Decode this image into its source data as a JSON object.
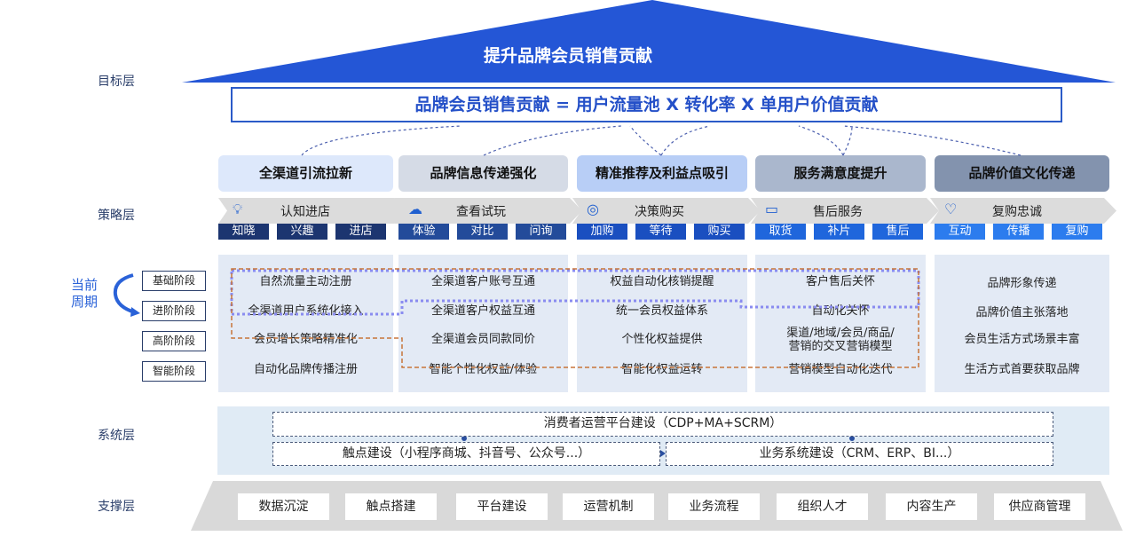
{
  "title": "提升品牌会员销售贡献",
  "formula": "品牌会员销售贡献 = 用户流量池 X 转化率 X 单用户价值贡献",
  "layers": {
    "goal": "目标层",
    "strategy": "策略层",
    "cycle": "当前周期",
    "system": "系统层",
    "support": "支撑层"
  },
  "strategies": [
    "全渠道引流拉新",
    "品牌信息传递强化",
    "精准推荐及利益点吸引",
    "服务满意度提升",
    "品牌价值文化传递"
  ],
  "journey": [
    {
      "label": "认知进店",
      "icon": "lightbulb-icon",
      "tags": [
        "知晓",
        "兴趣",
        "进店"
      ]
    },
    {
      "label": "查看试玩",
      "icon": "chat-cloud-icon",
      "tags": [
        "体验",
        "对比",
        "问询"
      ]
    },
    {
      "label": "决策购买",
      "icon": "coins-icon",
      "tags": [
        "加购",
        "等待",
        "购买"
      ]
    },
    {
      "label": "售后服务",
      "icon": "message-icon",
      "tags": [
        "取货",
        "补片",
        "售后"
      ]
    },
    {
      "label": "复购忠诚",
      "icon": "heart-hand-icon",
      "tags": [
        "互动",
        "传播",
        "复购"
      ]
    }
  ],
  "stages": [
    "基础阶段",
    "进阶阶段",
    "高阶阶段",
    "智能阶段"
  ],
  "matrix": [
    [
      "自然流量主动注册",
      "全渠道用户系统化接入",
      "会员增长策略精准化",
      "自动化品牌传播注册"
    ],
    [
      "全渠道客户账号互通",
      "全渠道客户权益互通",
      "全渠道会员同款同价",
      "智能个性化权益/体验"
    ],
    [
      "权益自动化核销提醒",
      "统一会员权益体系",
      "个性化权益提供",
      "智能化权益运转"
    ],
    [
      "客户售后关怀",
      "自动化关怀",
      "渠道/地域/会员/商品/营销的交叉营销模型",
      "营销模型自动化迭代"
    ],
    [
      "品牌形象传递",
      "品牌价值主张落地",
      "会员生活方式场景丰富",
      "生活方式首要获取品牌"
    ]
  ],
  "system": {
    "platform": "消费者运营平台建设（CDP+MA+SCRM）",
    "touchpoint": "触点建设（小程序商城、抖音号、公众号...）",
    "business": "业务系统建设（CRM、ERP、BI...）"
  },
  "support": [
    "数据沉淀",
    "触点搭建",
    "平台建设",
    "运营机制",
    "业务流程",
    "组织人才",
    "内容生产",
    "供应商管理"
  ],
  "colors": {
    "strategy": [
      "#dde8fb",
      "#d5dbe6",
      "#b8cef6",
      "#aab7cd",
      "#8393ae"
    ],
    "tags": [
      "#1c3570",
      "#234b9a",
      "#1a4fc0",
      "#1f66dc",
      "#2c7cee"
    ]
  }
}
